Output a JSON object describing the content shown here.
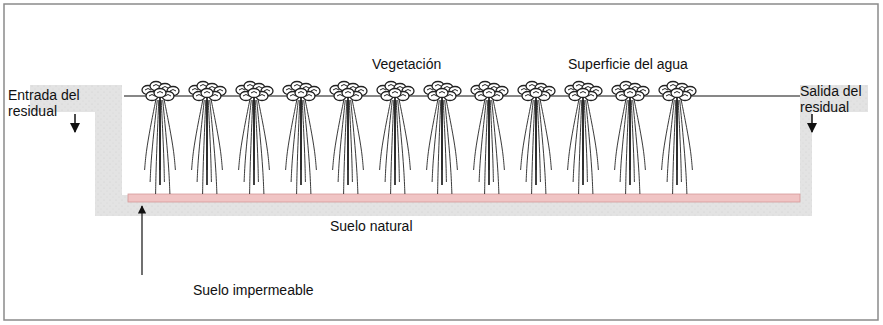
{
  "diagram": {
    "labels": [
      "Entrada del residual",
      "Vegetación",
      "Superficie del agua",
      "Salida del residual",
      "Suelo natural",
      "Suelo impermeable"
    ]
  }
}
